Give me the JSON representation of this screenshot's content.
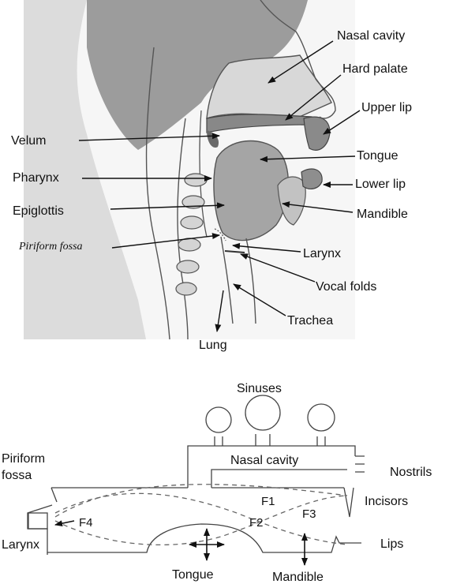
{
  "top_figure": {
    "labels": {
      "nasal_cavity": "Nasal cavity",
      "hard_palate": "Hard palate",
      "upper_lip": "Upper lip",
      "velum": "Velum",
      "tongue": "Tongue",
      "pharynx": "Pharynx",
      "lower_lip": "Lower lip",
      "epiglottis": "Epiglottis",
      "mandible": "Mandible",
      "piriform_fossa": "Piriform fossa",
      "larynx": "Larynx",
      "vocal_folds": "Vocal folds",
      "trachea": "Trachea",
      "lung": "Lung"
    }
  },
  "bottom_figure": {
    "labels": {
      "sinuses": "Sinuses",
      "nasal_cavity": "Nasal cavity",
      "piriform_fossa_line1": "Piriform",
      "piriform_fossa_line2": "fossa",
      "nostrils": "Nostrils",
      "incisors": "Incisors",
      "f1": "F1",
      "f2": "F2",
      "f3": "F3",
      "f4": "F4",
      "larynx": "Larynx",
      "lips": "Lips",
      "tongue": "Tongue",
      "mandible": "Mandible"
    }
  }
}
